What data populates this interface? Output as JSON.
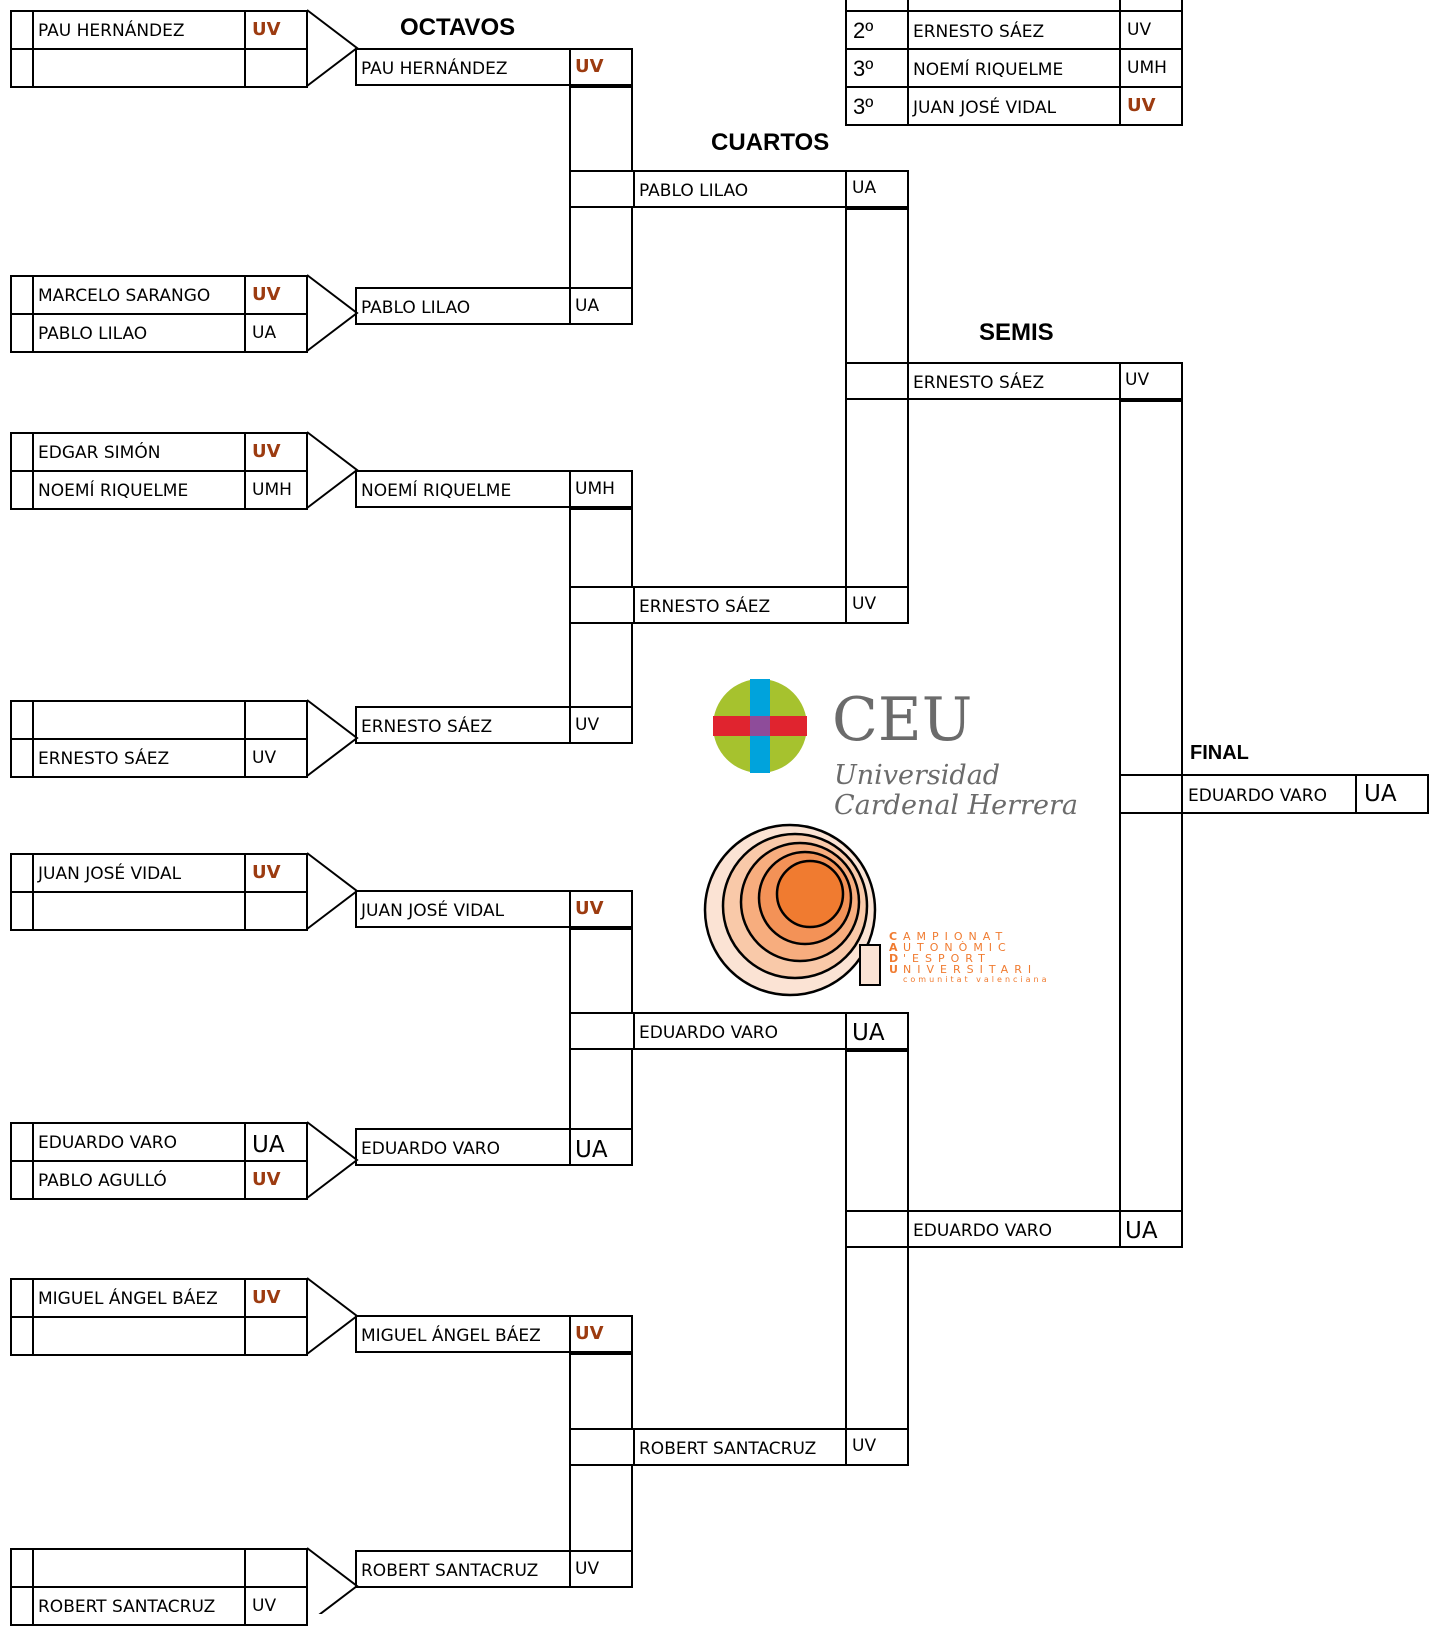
{
  "colors": {
    "uv_bold": "#9c3b10",
    "ceu_green": "#a6c22e",
    "ceu_red": "#e0242f",
    "ceu_blue": "#00a3dc",
    "ceu_purple": "#8e4c9a",
    "ceu_text": "#6b6b6b",
    "cadu_orange": "#f07b30"
  },
  "headers": {
    "octavos": "OCTAVOS",
    "cuartos": "CUARTOS",
    "semis": "SEMIS",
    "final": "FINAL"
  },
  "podium": [
    {
      "place": "2º",
      "name": "ERNESTO SÁEZ",
      "uni": "UV"
    },
    {
      "place": "3º",
      "name": "NOEMÍ RIQUELME",
      "uni": "UMH"
    },
    {
      "place": "3º",
      "name": "JUAN JOSÉ VIDAL",
      "uni": "UV"
    }
  ],
  "first_round": [
    {
      "name": "PAU HERNÁNDEZ",
      "uni": "UV"
    },
    {
      "name": "",
      "uni": ""
    },
    {
      "name": "MARCELO SARANGO",
      "uni": "UV"
    },
    {
      "name": "PABLO LILAO",
      "uni": "UA"
    },
    {
      "name": "EDGAR SIMÓN",
      "uni": "UV"
    },
    {
      "name": "NOEMÍ RIQUELME",
      "uni": "UMH"
    },
    {
      "name": "",
      "uni": ""
    },
    {
      "name": "ERNESTO SÁEZ",
      "uni": "UV"
    },
    {
      "name": "JUAN JOSÉ VIDAL",
      "uni": "UV"
    },
    {
      "name": "",
      "uni": ""
    },
    {
      "name": "EDUARDO VARO",
      "uni": "UA"
    },
    {
      "name": "PABLO AGULLÓ",
      "uni": "UV"
    },
    {
      "name": "MIGUEL ÁNGEL BÁEZ",
      "uni": "UV"
    },
    {
      "name": "",
      "uni": ""
    },
    {
      "name": "",
      "uni": ""
    },
    {
      "name": "ROBERT SANTACRUZ",
      "uni": "UV"
    }
  ],
  "octavos": [
    {
      "name": "PAU HERNÁNDEZ",
      "uni": "UV"
    },
    {
      "name": "PABLO LILAO",
      "uni": "UA"
    },
    {
      "name": "NOEMÍ RIQUELME",
      "uni": "UMH"
    },
    {
      "name": "ERNESTO SÁEZ",
      "uni": "UV"
    },
    {
      "name": "JUAN JOSÉ VIDAL",
      "uni": "UV"
    },
    {
      "name": "EDUARDO VARO",
      "uni": "UA"
    },
    {
      "name": "MIGUEL ÁNGEL BÁEZ",
      "uni": "UV"
    },
    {
      "name": "ROBERT SANTACRUZ",
      "uni": "UV"
    }
  ],
  "cuartos": [
    {
      "name": "PABLO LILAO",
      "uni": "UA"
    },
    {
      "name": "ERNESTO SÁEZ",
      "uni": "UV"
    },
    {
      "name": "EDUARDO VARO",
      "uni": "UA"
    },
    {
      "name": "ROBERT SANTACRUZ",
      "uni": "UV"
    }
  ],
  "semis": [
    {
      "name": "ERNESTO SÁEZ",
      "uni": "UV"
    },
    {
      "name": "EDUARDO VARO",
      "uni": "UA"
    }
  ],
  "final": {
    "name": "EDUARDO VARO",
    "uni": "UA"
  },
  "logos": {
    "ceu": {
      "acronym": "CEU",
      "line1": "Universidad",
      "line2": "Cardenal Herrera"
    },
    "cadu": {
      "rows": [
        {
          "initial": "C",
          "rest": "AMPIONAT"
        },
        {
          "initial": "A",
          "rest": "UTONÒMIC"
        },
        {
          "initial": "D",
          "rest": "'ESPORT"
        },
        {
          "initial": "U",
          "rest": "NIVERSITARI"
        }
      ],
      "tagline": "comunitat valenciana"
    }
  }
}
